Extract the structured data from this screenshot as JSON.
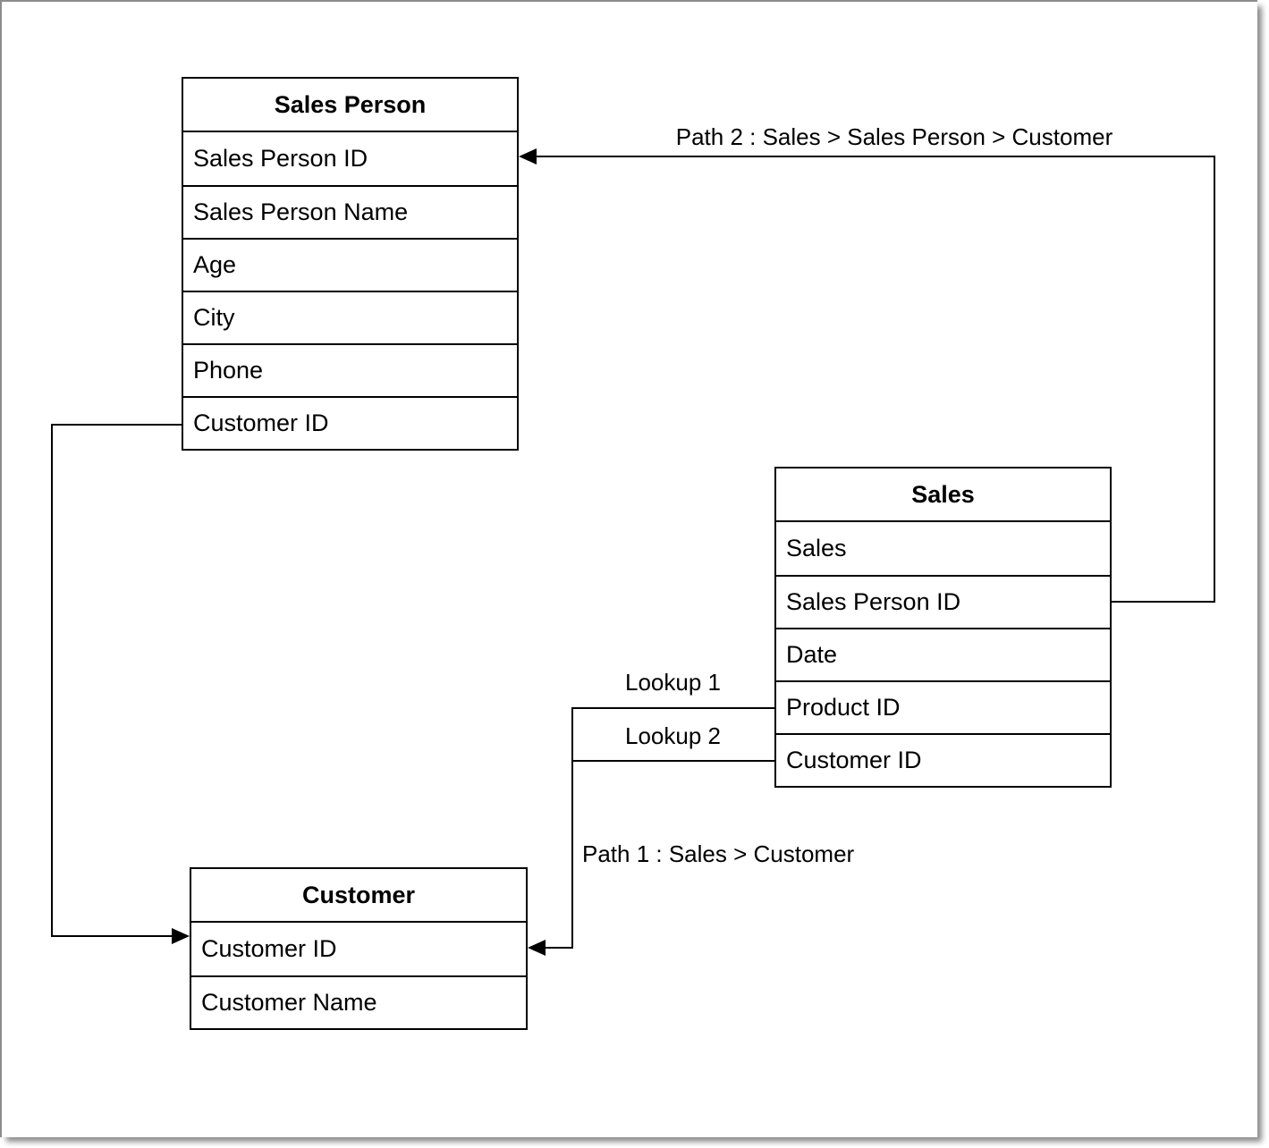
{
  "canvas": {
    "background_color": "#ffffff",
    "frame_border_color": "#8c8c8c",
    "line_color": "#000000"
  },
  "tables": {
    "sales_person": {
      "title": "Sales Person",
      "rows": [
        "Sales Person ID",
        "Sales Person Name",
        "Age",
        "City",
        "Phone",
        "Customer ID"
      ]
    },
    "sales": {
      "title": "Sales",
      "rows": [
        "Sales",
        "Sales Person ID",
        "Date",
        "Product ID",
        "Customer ID"
      ]
    },
    "customer": {
      "title": "Customer",
      "rows": [
        "Customer ID",
        "Customer Name"
      ]
    }
  },
  "labels": {
    "path2": "Path 2 : Sales > Sales Person > Customer",
    "path1": "Path 1 : Sales > Customer",
    "lookup1": "Lookup 1",
    "lookup2": "Lookup 2"
  }
}
